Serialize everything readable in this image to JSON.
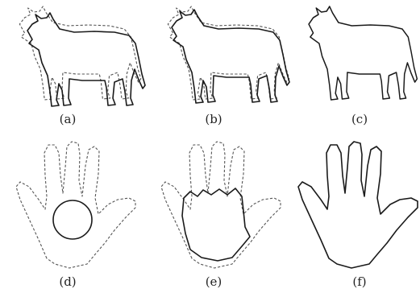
{
  "panels": [
    {
      "label": "(a)",
      "shape": "cow",
      "contours": [
        "initial-solid",
        "target-dashed"
      ]
    },
    {
      "label": "(b)",
      "shape": "cow",
      "contours": [
        "evolving-solid",
        "target-dashed"
      ]
    },
    {
      "label": "(c)",
      "shape": "cow",
      "contours": [
        "final-solid"
      ]
    },
    {
      "label": "(d)",
      "shape": "hand",
      "contours": [
        "initial-circle-solid",
        "target-dashed"
      ]
    },
    {
      "label": "(e)",
      "shape": "hand",
      "contours": [
        "evolving-solid",
        "target-dashed"
      ]
    },
    {
      "label": "(f)",
      "shape": "hand",
      "contours": [
        "final-solid"
      ]
    }
  ]
}
